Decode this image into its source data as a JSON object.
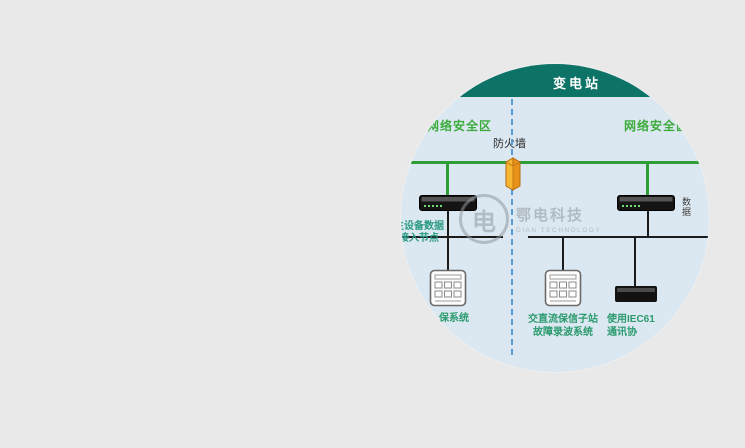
{
  "canvas": {
    "background": "#e9e9e9"
  },
  "diagram": {
    "header": {
      "title": "变电站"
    },
    "zone_left": "网络安全区",
    "zone_right": "网络安全区",
    "firewall": {
      "label": "防火墙"
    },
    "access_node": {
      "line1": "主设备数据",
      "line2": "接入节点"
    },
    "side_label": "数据",
    "captions": {
      "left": "保系统",
      "middle_line1": "交直流保信子站",
      "middle_line2": "故障录波系统",
      "right_line1": "使用IEC61",
      "right_line2": "通讯协"
    },
    "watermark": {
      "glyph": "电",
      "brand": "鄂电科技",
      "sub": "DIAN TECHNOLOGY"
    },
    "colors": {
      "band": "#0d7367",
      "circle_bg": "#dce8f1",
      "green_line": "#2f9e37",
      "green_text": "#3cab3c",
      "teal_text": "#2a9a6e",
      "dash_blue": "#5b9bd5",
      "line_black": "#1b1b1b",
      "firewall_orange": "#f2a12c"
    }
  }
}
